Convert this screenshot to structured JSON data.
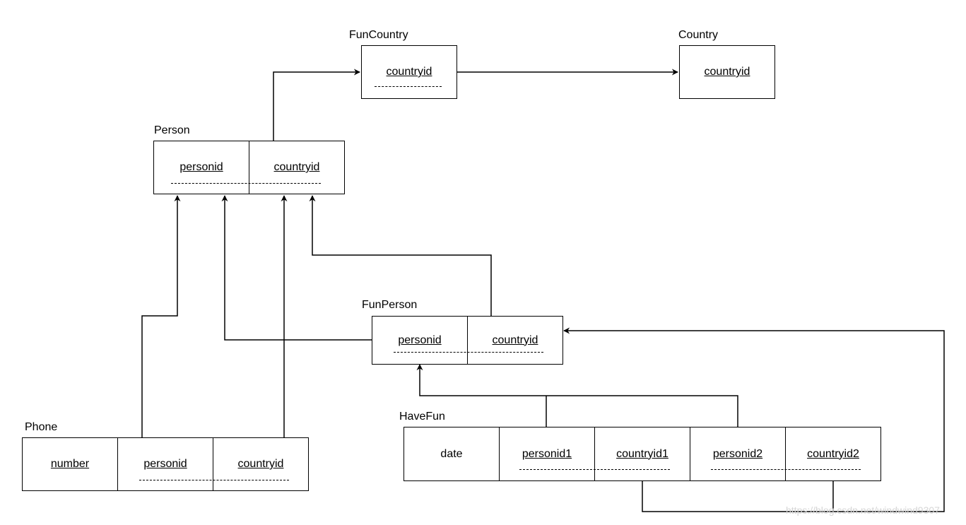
{
  "tables": {
    "funcountry": {
      "title": "FunCountry",
      "cols": [
        "countryid"
      ]
    },
    "country": {
      "title": "Country",
      "cols": [
        "countryid"
      ]
    },
    "person": {
      "title": "Person",
      "cols": [
        "personid",
        "countryid"
      ]
    },
    "funperson": {
      "title": "FunPerson",
      "cols": [
        "personid",
        "countryid"
      ]
    },
    "phone": {
      "title": "Phone",
      "cols": [
        "number",
        "personid",
        "countryid"
      ]
    },
    "havefun": {
      "title": "HaveFun",
      "cols": [
        "date",
        "personid1",
        "countryid1",
        "personid2",
        "countryid2"
      ]
    }
  },
  "watermark": "https://blog.csdn.net/windwind9307",
  "colors": {
    "line": "#000000",
    "background": "#ffffff",
    "watermark": "#d6d6d6"
  }
}
